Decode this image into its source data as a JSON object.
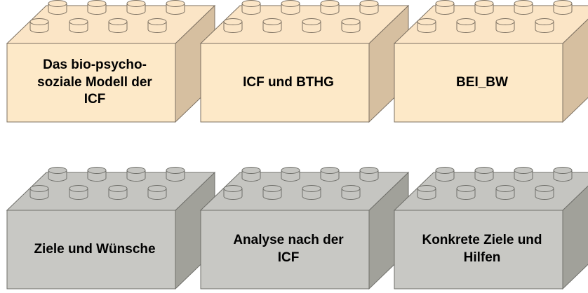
{
  "rows": [
    {
      "theme": "beige",
      "colors": {
        "front": "#fde9c8",
        "top": "#fbe5c6",
        "side": "#d6bfa0",
        "stroke": "#7d7162"
      },
      "bricks": [
        {
          "label": "Das bio-psycho-\nsoziale Modell der\nICF"
        },
        {
          "label": "ICF und BTHG"
        },
        {
          "label": "BEI_BW"
        }
      ]
    },
    {
      "theme": "gray",
      "colors": {
        "front": "#c8c8c4",
        "top": "#c5c5c1",
        "side": "#a1a19a",
        "stroke": "#6f6f6a"
      },
      "bricks": [
        {
          "label": "Ziele und Wünsche"
        },
        {
          "label": "Analyse nach der\nICF"
        },
        {
          "label": "Konkrete Ziele und\nHilfen"
        }
      ]
    }
  ]
}
